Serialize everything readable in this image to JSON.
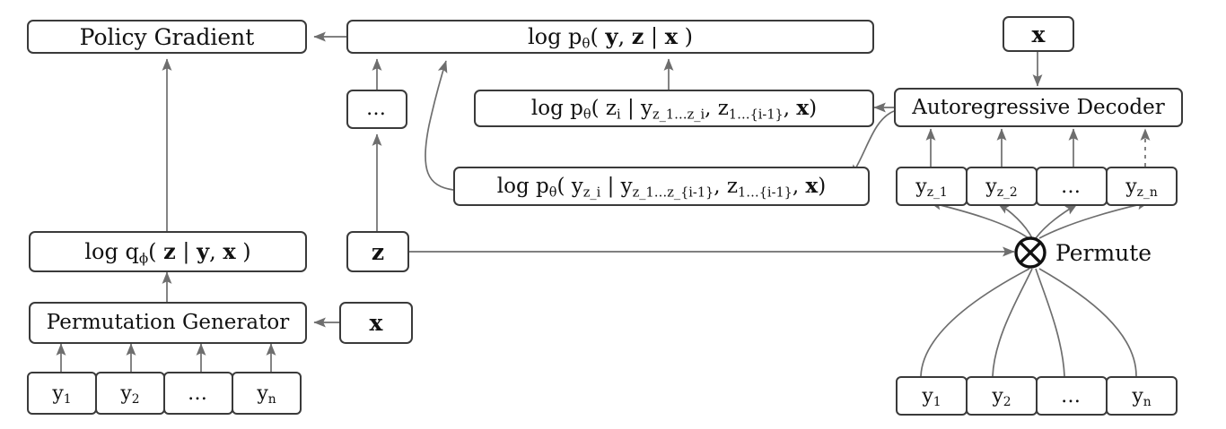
{
  "diagram": {
    "title": "Variational autoregressive permutation model",
    "colors": {
      "box_border": "#3a3a3a",
      "arrow": "#6e6e6e",
      "arrow_dark": "#555555",
      "background": "#ffffff",
      "text": "#111111"
    },
    "nodes": {
      "policy_gradient": "Policy Gradient",
      "joint_logprob": "log p",
      "joint_logprob_sub": "θ",
      "joint_logprob_args": "( y, z | x )",
      "ellipsis_box": "…",
      "z_logprob": "log p",
      "z_logprob_sub": "θ",
      "z_logprob_args": "( z_i | y_z_1…z_i, z_1…{i-1}, x)",
      "y_logprob": "log p",
      "y_logprob_sub": "θ",
      "y_logprob_args": "( y_z_i | y_z_1…z_{i-1}, z_1…{i-1}, x)",
      "q_logprob": "log q",
      "q_logprob_sub": "ϕ",
      "q_logprob_args": "( z | y, x )",
      "z_box": "z",
      "permutation_generator": "Permutation Generator",
      "x_left": "x",
      "x_top_right": "x",
      "autoregressive_decoder": "Autoregressive Decoder",
      "permute_symbol": "⊗",
      "permute_label": "Permute"
    },
    "token_strips": {
      "input_y_left": [
        "y1",
        "y2",
        "…",
        "yn"
      ],
      "input_y_left_base": [
        "y",
        "y",
        "…",
        "y"
      ],
      "input_y_left_sub": [
        "1",
        "2",
        "",
        "n"
      ],
      "permuted_y_base": [
        "y",
        "y",
        "…",
        "y"
      ],
      "permuted_y_sub": [
        "z_1",
        "z_2",
        "",
        "z_n"
      ],
      "input_y_right_base": [
        "y",
        "y",
        "…",
        "y"
      ],
      "input_y_right_sub": [
        "1",
        "2",
        "",
        "n"
      ]
    },
    "formula_parts": {
      "joint": {
        "head": "log p",
        "theta": "θ",
        "open": "( ",
        "y": "y",
        "comma1": ", ",
        "z": "z",
        "bar": " | ",
        "x": "x",
        "close": " )"
      },
      "z_cond": {
        "head": "log p",
        "theta": "θ",
        "open": "( z",
        "isub": "i",
        "bar": " | y",
        "sub1": "z_1…z_i",
        "comma1": ", z",
        "sub2": "1…{i-1}",
        "comma2": ", ",
        "x": "x",
        "close": ")"
      },
      "y_cond": {
        "head": "log p",
        "theta": "θ",
        "open": "( y",
        "isub": "z_i",
        "bar": " | y",
        "sub1": "z_1…z_{i-1}",
        "comma1": ", z",
        "sub2": "1…{i-1}",
        "comma2": ", ",
        "x": "x",
        "close": ")"
      },
      "q_cond": {
        "head": "log q",
        "phi": "ϕ",
        "open": "( ",
        "z": "z",
        "bar": " | ",
        "y": "y",
        "comma": ", ",
        "x": "x",
        "close": " )"
      }
    }
  }
}
